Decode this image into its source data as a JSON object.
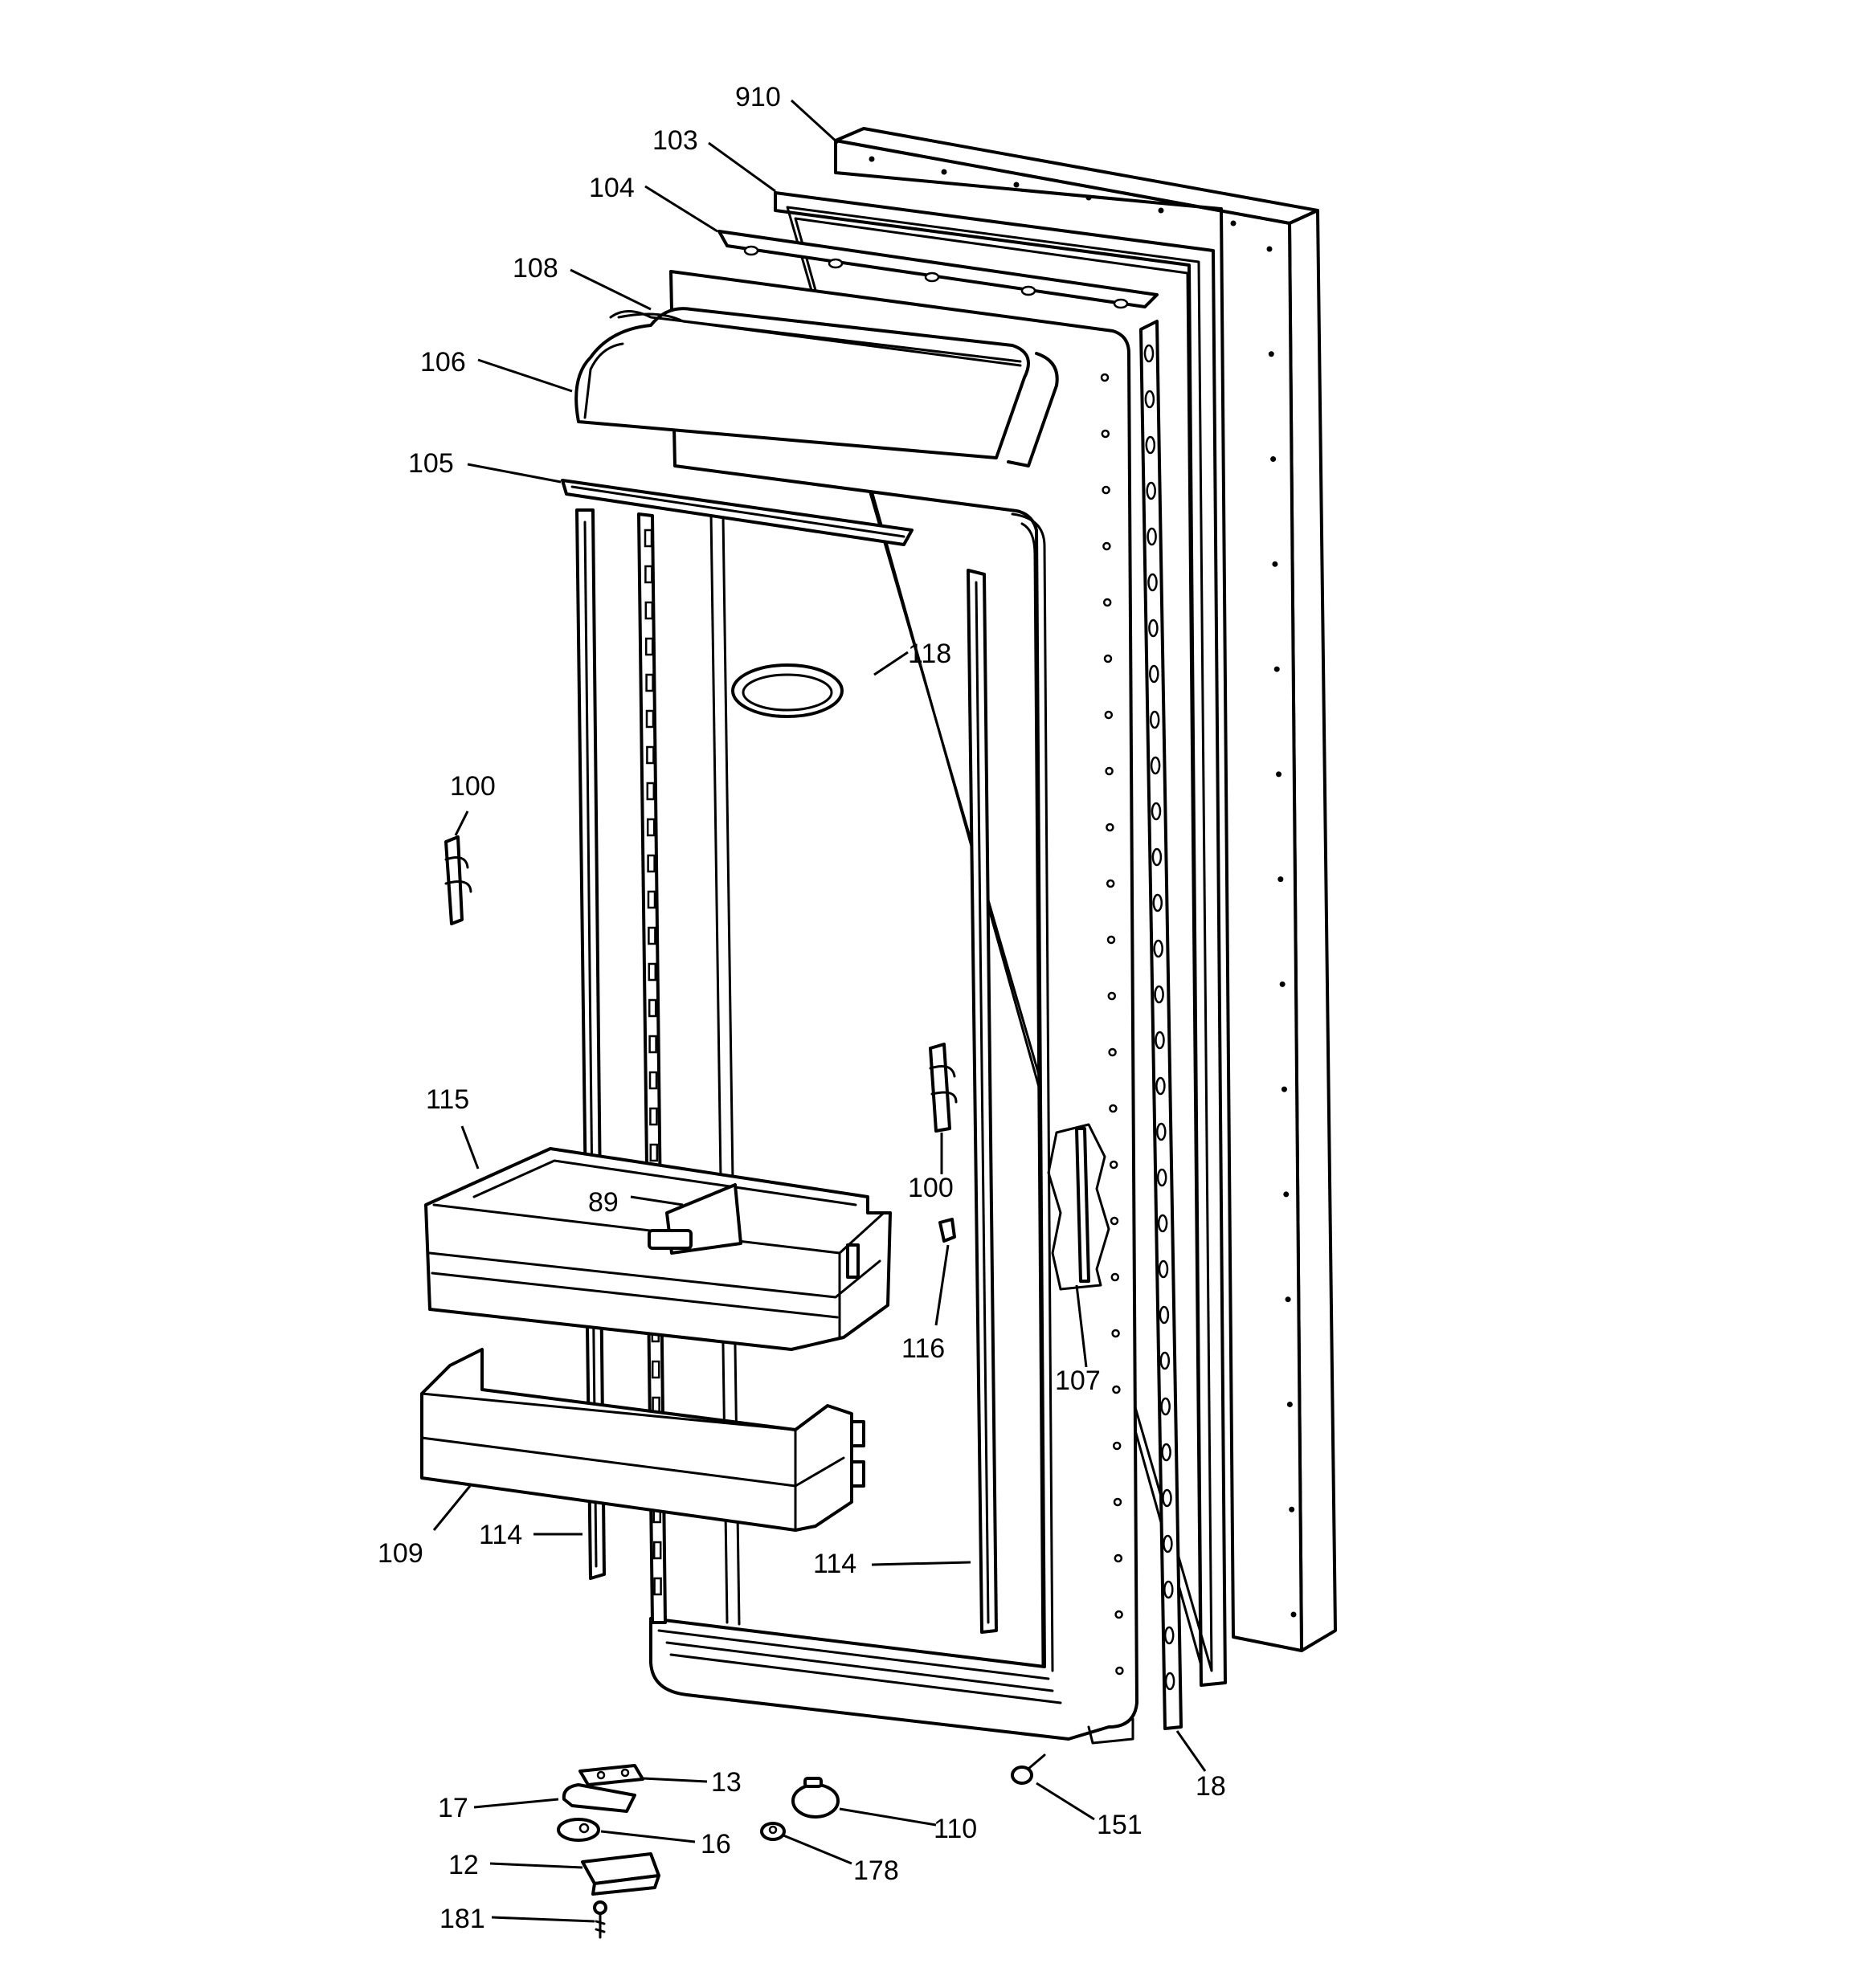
{
  "diagram": {
    "colors": {
      "line": "#000000",
      "background": "#ffffff"
    },
    "callouts": {
      "c910": "910",
      "c103": "103",
      "c104": "104",
      "c108": "108",
      "c106": "106",
      "c105": "105",
      "c118": "118",
      "c100a": "100",
      "c100b": "100",
      "c115": "115",
      "c89": "89",
      "c116": "116",
      "c107": "107",
      "c109": "109",
      "c114a": "114",
      "c114b": "114",
      "c13": "13",
      "c17": "17",
      "c16": "16",
      "c12": "12",
      "c181": "181",
      "c110": "110",
      "c178": "178",
      "c151": "151",
      "c18": "18"
    }
  }
}
